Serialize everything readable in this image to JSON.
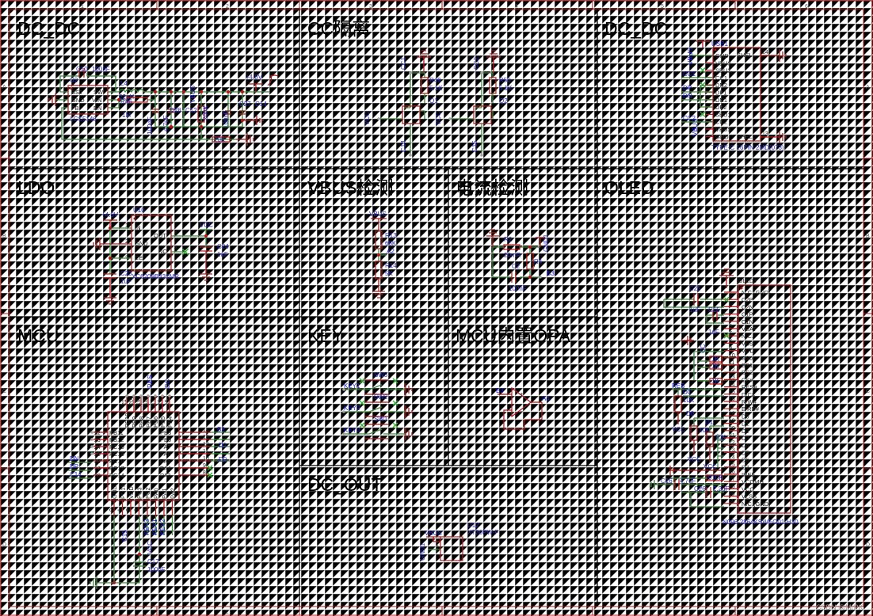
{
  "frame": {
    "columns": [
      "1",
      "2",
      "3",
      "4",
      "5",
      "6"
    ],
    "rows": [
      "A",
      "B",
      "C",
      "D"
    ]
  },
  "sections": {
    "dcdc_left": "DC_DC",
    "cc": "CC隔离",
    "dcdc_right": "DC_DC",
    "ldo": "LDO",
    "vbus_detect": "VBUS检测",
    "current_detect": "电流检测",
    "oled": "OLED",
    "mcu": "MCU",
    "key": "KEY",
    "opa": "MCU内置OPA",
    "dc_out": "DC_OUT"
  },
  "dcdc_left": {
    "u2_ref": "U2",
    "u2_value": "LGS5146",
    "u2_pins": [
      "BST",
      "GND",
      "FB",
      "SW",
      "VIN",
      "EN"
    ],
    "c10": "C10",
    "c10_value": "100nF",
    "l4": "L4",
    "l4_value": "22uH",
    "r46": "R46",
    "r46_value": "1M",
    "d28": "D28",
    "c12": "C12",
    "c27": "C27",
    "c14": "C14",
    "net_vbus": "VBUS",
    "net_48v": "+4.8V",
    "cap_a": "100nF",
    "cap_b": "4.7uF",
    "res_200k": "200K",
    "cap_c": "100nF",
    "res_20k": "20K"
  },
  "cc": {
    "c11": "CC1",
    "r49": "R49",
    "r49_value": "5.1K",
    "q1": "Q1",
    "c12": "CC2",
    "r50": "R50",
    "r50_value": "5.1K",
    "q2": "Q2",
    "vcc_a": "VCC",
    "vcc_b": "VCC",
    "c14": "C14",
    "c15": "C15"
  },
  "usb": {
    "ref": "USB1",
    "pins_left": [
      "GND",
      "VBUS",
      "SBU2",
      "CC1",
      "DN2",
      "DP1",
      "DN1",
      "DP2",
      "SBU1",
      "CC2",
      "VBUS",
      "GND"
    ],
    "pins_right": [
      "SHELL",
      "SHELL"
    ],
    "num_right": [
      "14",
      "13"
    ],
    "net_vbus_a": "VBUS",
    "net_cc1": "CC1",
    "net_dp": "DP",
    "net_dn": "DN",
    "net_cc2": "CC2",
    "net_vbus_b": "VBUS",
    "part": "TYPE-C 16PIN 2MD(073)"
  },
  "ldo": {
    "ref": "U10",
    "value": "XC6209B332MR",
    "pins_left": [
      "IN",
      "GND",
      "CE"
    ],
    "pins_left_num": [
      "1",
      "2",
      "3"
    ],
    "pins_right": [
      "OUT",
      "NC"
    ],
    "pins_right_num": [
      "5",
      "4"
    ],
    "net_48v": "+4.8V",
    "net_vcc": "VCC",
    "c23": "C23",
    "c23_value": "1uF",
    "c24": "C24",
    "c24_value": "1uF"
  },
  "vbus_detect": {
    "net": "VBUS",
    "r13": "R13",
    "r13_value": "68K",
    "net_a2": "A2",
    "r14": "R14",
    "r14_value": "5K"
  },
  "current_detect": {
    "r2": "R2",
    "r2_value": "20mR",
    "net_gnd1": "GND1",
    "r4": "R4",
    "r4_value": "1M",
    "c2": "C2",
    "c2_value": "100nF",
    "net_b3": "B3"
  },
  "mcu": {
    "pins_left": [
      "PB11",
      "PB12",
      "PC19",
      "PC18",
      "PC16",
      "PC17",
      "PC14"
    ],
    "pins_left_num": [
      "22",
      "23",
      "24",
      "25",
      "26",
      "27",
      "28"
    ],
    "pins_right": [
      "PB3",
      "PB0",
      "PA7",
      "PA6",
      "PA5",
      "PA4",
      "PA3"
    ],
    "pins_right_num": [
      "14",
      "13",
      "12",
      "11",
      "10",
      "9",
      "8"
    ],
    "pins_top": [
      "PB10",
      "PB9",
      "PB8",
      "PB7",
      "PB6",
      "PB5",
      "PB4"
    ],
    "pins_top_num": [
      "21",
      "20",
      "19",
      "18",
      "17",
      "16",
      "15"
    ],
    "pins_bottom": [
      "GND",
      "PC15",
      "VDD",
      "PC3",
      "PC2",
      "PA0",
      "PA1",
      "PA2"
    ],
    "pins_bottom_num": [
      "0",
      "1",
      "2",
      "3",
      "4",
      "5",
      "6",
      "7"
    ],
    "net_res": "RES",
    "net_dc": "DC",
    "net_b3": "B3",
    "net_d1": "D1",
    "net_d0": "D0",
    "net_dn": "DN",
    "net_dp": "DP",
    "net_c14": "C14",
    "net_c15": "C15",
    "net_vcc": "VCC",
    "net_key3": "KEY3",
    "net_key1": "KEY1",
    "net_key2": "KEY2",
    "c17": "C17",
    "c17_value": "100nF"
  },
  "key": {
    "sw3": "SW3",
    "sw2": "SW2",
    "sw1": "SW1",
    "key1": "KEY1",
    "key2": "KEY2",
    "key3": "KEY3"
  },
  "opa": {
    "in": "B3",
    "out": "A4",
    "plus": "+",
    "minus": "−"
  },
  "dc_out": {
    "ref": "U12",
    "value": "XT30PW-F",
    "net_vbus": "VBUS",
    "net_gnd1": "GND1",
    "pin1": "1",
    "pin2": "2"
  },
  "oled": {
    "ref": "OLED3",
    "pins": [
      "N.C.(GND)",
      "C2P",
      "C2N",
      "C1P",
      "C1N",
      "VBAT",
      "N.C.",
      "VSS",
      "VDD",
      "BS0",
      "BS1",
      "BS2",
      "CS#",
      "RES#",
      "D/C#",
      "R/W#",
      "E/RD#",
      "D0",
      "D1",
      "D2",
      "D3",
      "D4",
      "D5",
      "D6",
      "D7",
      "IREF",
      "VCOMH",
      "VCC",
      "VLSS",
      "N.C.(GND)"
    ],
    "part": "N096-2864KSWEG01-H30",
    "c25": "C25",
    "c25_value": "1uF",
    "c15": "C15",
    "c15_value": "1uF",
    "net_cc": "CC",
    "r_1k_a": "1K",
    "r_1k_b": "1K",
    "r_1k_c": "1K",
    "net_res": "RES",
    "r_10k_a": "10K",
    "net_dc": "DC",
    "net_d0": "D0",
    "net_vcc_a": "VCC",
    "r_10k_b": "10K",
    "net_vcc_b": "VCC",
    "net_d1": "D1",
    "r_10k_c": "10K",
    "net_vcc_c": "VCC",
    "r_910k": "910K",
    "c16": "C16",
    "c16_value": "4.7uF",
    "c26": "C26",
    "c26_value": "2.2uF"
  },
  "watermark": "CSDN @MrPK"
}
